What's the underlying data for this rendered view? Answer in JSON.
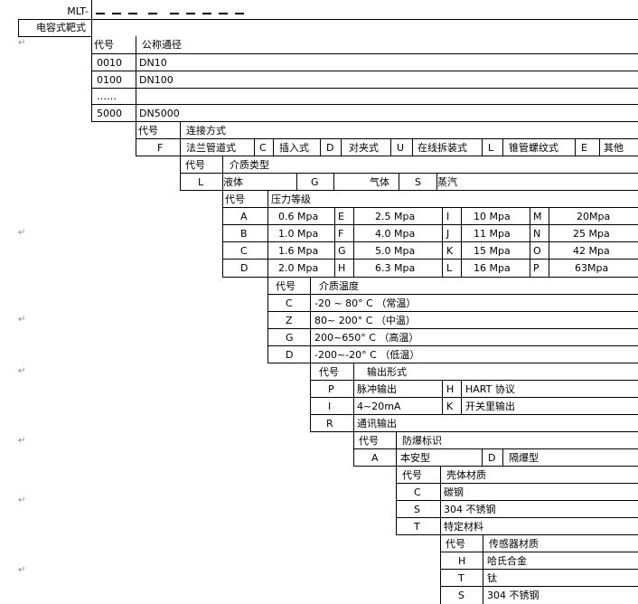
{
  "model_prefix": "MLT-",
  "meter_type": "电容式靶式",
  "code_label": "代号",
  "size": {
    "title": "公称通径",
    "rows": [
      {
        "code": "0010",
        "value": "DN10"
      },
      {
        "code": "0100",
        "value": "DN100"
      },
      {
        "code": "……",
        "value": ""
      },
      {
        "code": "5000",
        "value": "DN5000"
      }
    ]
  },
  "connection": {
    "title": "连接方式",
    "options": [
      {
        "code": "F",
        "value": "法兰管道式"
      },
      {
        "code": "C",
        "value": "插入式"
      },
      {
        "code": "D",
        "value": "对夹式"
      },
      {
        "code": "U",
        "value": "在线拆装式"
      },
      {
        "code": "L",
        "value": "锥管螺纹式"
      },
      {
        "code": "E",
        "value": "其他"
      }
    ]
  },
  "medium": {
    "title": "介质类型",
    "options": [
      {
        "code": "L",
        "value": "液体"
      },
      {
        "code": "G",
        "value": "气体"
      },
      {
        "code": "S",
        "value": "蒸汽"
      }
    ]
  },
  "pressure": {
    "title": "压力等级",
    "rows": [
      [
        {
          "code": "A",
          "value": "0.6 Mpa"
        },
        {
          "code": "E",
          "value": "2.5 Mpa"
        },
        {
          "code": "I",
          "value": "10 Mpa"
        },
        {
          "code": "M",
          "value": "20Mpa"
        }
      ],
      [
        {
          "code": "B",
          "value": "1.0 Mpa"
        },
        {
          "code": "F",
          "value": "4.0 Mpa"
        },
        {
          "code": "J",
          "value": "11 Mpa"
        },
        {
          "code": "N",
          "value": "25 Mpa"
        }
      ],
      [
        {
          "code": "C",
          "value": "1.6 Mpa"
        },
        {
          "code": "G",
          "value": "5.0 Mpa"
        },
        {
          "code": "K",
          "value": "15 Mpa"
        },
        {
          "code": "O",
          "value": "42 Mpa"
        }
      ],
      [
        {
          "code": "D",
          "value": "2.0 Mpa"
        },
        {
          "code": "H",
          "value": "6.3 Mpa"
        },
        {
          "code": "L",
          "value": "16 Mpa"
        },
        {
          "code": "P",
          "value": "63Mpa"
        }
      ]
    ]
  },
  "temperature": {
    "title": "介质温度",
    "rows": [
      {
        "code": "C",
        "value": "-20 ~ 80° C （常温）"
      },
      {
        "code": "Z",
        "value": "80~ 200° C （中温）"
      },
      {
        "code": "G",
        "value": "200~650° C  （高温）"
      },
      {
        "code": "D",
        "value": "-200~-20° C  （低温）"
      }
    ]
  },
  "output": {
    "title": "输出形式",
    "rows": [
      [
        {
          "code": "P",
          "value": "脉冲输出"
        },
        {
          "code": "H",
          "value": "HART 协议"
        }
      ],
      [
        {
          "code": "I",
          "value": "4~20mA"
        },
        {
          "code": "K",
          "value": "开关里输出"
        }
      ],
      [
        {
          "code": "R",
          "value": "通讯输出"
        }
      ]
    ]
  },
  "explosion": {
    "title": "防爆标识",
    "options": [
      {
        "code": "A",
        "value": "本安型"
      },
      {
        "code": "D",
        "value": "隔爆型"
      }
    ]
  },
  "housing": {
    "title": "壳体材质",
    "rows": [
      {
        "code": "C",
        "value": "碳钢"
      },
      {
        "code": "S",
        "value": "304 不锈钢"
      },
      {
        "code": "T",
        "value": "特定材料"
      }
    ]
  },
  "sensor": {
    "title": "传感器材质",
    "rows": [
      {
        "code": "H",
        "value": "哈氏合金"
      },
      {
        "code": "T",
        "value": "钛"
      },
      {
        "code": "S",
        "value": "304 不锈钢"
      }
    ]
  }
}
